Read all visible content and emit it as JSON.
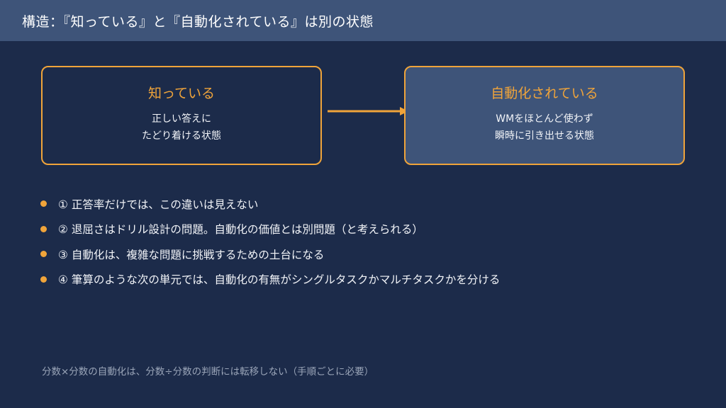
{
  "header": {
    "title": "構造：『知っている』と『自動化されている』は別の状態"
  },
  "left_box": {
    "title": "知っている",
    "lines": [
      "正しい答えに",
      "たどり着ける状態"
    ]
  },
  "right_box": {
    "title": "自動化されている",
    "lines": [
      "WMをほとんど使わず",
      "瞬時に引き出せる状態"
    ]
  },
  "bullets": [
    "① 正答率だけでは、この違いは見えない",
    "② 退屈さはドリル設計の問題。自動化の価値とは別問題（と考えられる）",
    "③ 自動化は、複雑な問題に挑戦するための土台になる",
    "④ 筆算のような次の単元では、自動化の有無がシングルタスクかマルチタスクかを分ける"
  ],
  "footnote": "分数×分数の自動化は、分数÷分数の判断には転移しない（手順ごとに必要）",
  "colors": {
    "background": "#1c2b4a",
    "header": "#3e5479",
    "accent": "#f0a43a"
  }
}
